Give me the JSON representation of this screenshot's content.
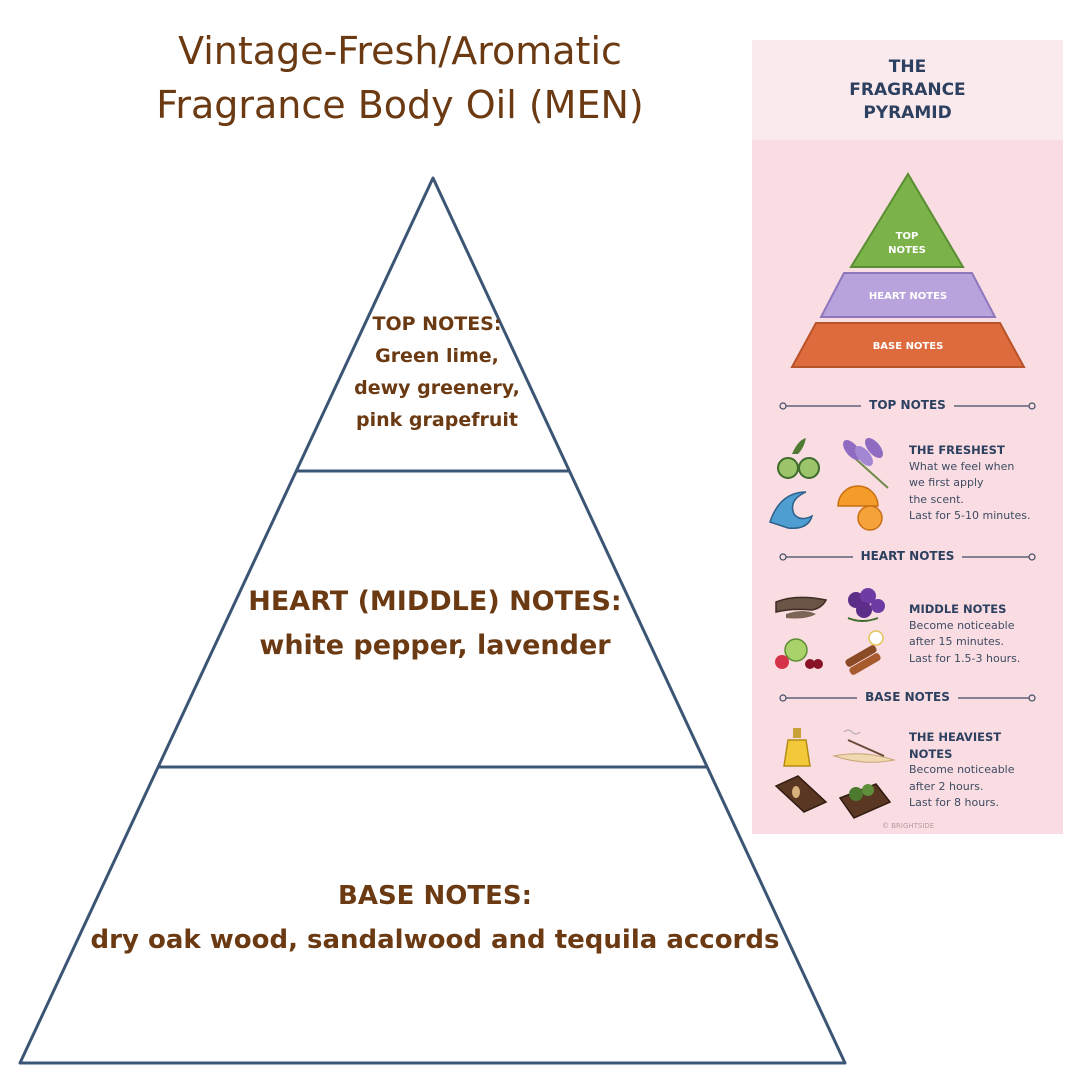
{
  "title": {
    "line1": "Vintage-Fresh/Aromatic",
    "line2": "Fragrance Body Oil (MEN)"
  },
  "pyramid": {
    "top": {
      "heading": "TOP NOTES:",
      "lines": [
        "Green lime,",
        "dewy greenery,",
        "pink grapefruit"
      ]
    },
    "heart": {
      "heading": "HEART (MIDDLE) NOTES:",
      "line": "white pepper, lavender"
    },
    "base": {
      "heading": "BASE NOTES:",
      "line": "dry oak wood, sandalwood and tequila accords"
    }
  },
  "infographic": {
    "header": [
      "THE",
      "FRAGRANCE",
      "PYRAMID"
    ],
    "mini_pyramid": {
      "top": [
        "TOP",
        "NOTES"
      ],
      "heart": "HEART NOTES",
      "base": "BASE NOTES"
    },
    "sections": [
      {
        "label": "TOP NOTES",
        "heading": "THE FRESHEST",
        "lines": [
          "What we feel when",
          "we first apply",
          "the scent.",
          "Last for 5-10 minutes."
        ]
      },
      {
        "label": "HEART NOTES",
        "heading": "MIDDLE NOTES",
        "lines": [
          "Become noticeable",
          "after 15 minutes.",
          "Last for 1.5-3 hours."
        ]
      },
      {
        "label": "BASE NOTES",
        "heading": "THE HEAVIEST",
        "heading2": "NOTES",
        "lines": [
          "Become noticeable",
          "after 2 hours.",
          "Last for 8 hours."
        ]
      }
    ],
    "credit": "© BRIGHTSIDE"
  },
  "colors": {
    "title_brown": "#6b3a12",
    "pyramid_outline": "#3b5574",
    "panel_pink": "#f9dde2",
    "mini_top_green": "#7cb24a",
    "mini_heart_lavender": "#b9a3dc",
    "mini_base_orange": "#de6b3d",
    "navy_text": "#2d4060"
  }
}
